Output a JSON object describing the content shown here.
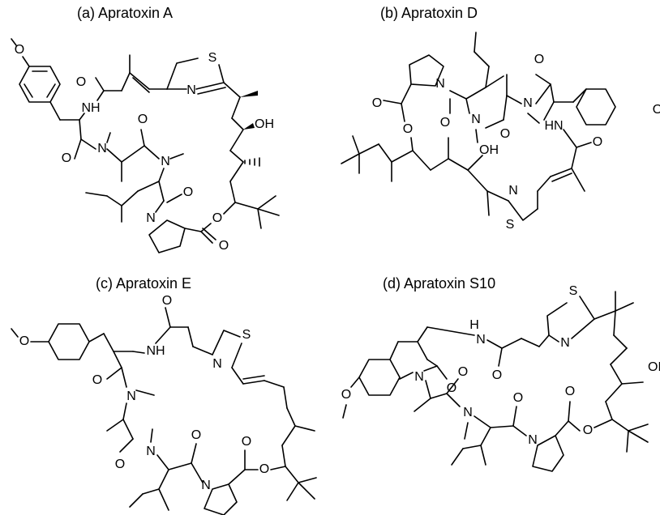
{
  "panels": [
    {
      "caption": "(a) Apratoxin A"
    },
    {
      "caption": "(b) Apratoxin D"
    },
    {
      "caption": "(c) Apratoxin E"
    },
    {
      "caption": "(d) Apratoxin S10"
    }
  ],
  "atoms": {
    "O": "O",
    "N": "N",
    "S": "S",
    "NH": "NH",
    "HN": "HN",
    "H": "H",
    "OH": "OH",
    "trunc_O": "O",
    "trunc_OH": "OH"
  }
}
